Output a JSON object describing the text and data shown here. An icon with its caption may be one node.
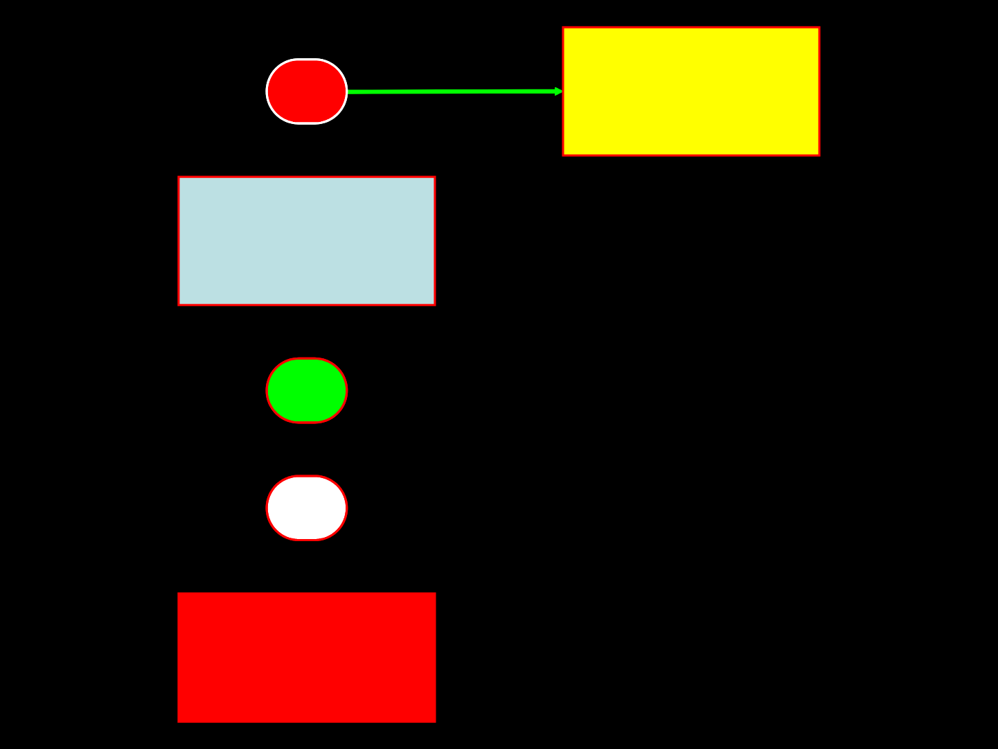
{
  "diagram": {
    "nodes": [
      {
        "text": [],
        "shape": "ellipse"
      },
      {
        "text": [],
        "shape": "box"
      },
      {
        "text": [],
        "shape": "ellipse"
      },
      {
        "text": [],
        "shape": "box"
      },
      {
        "text": [],
        "shape": "ellipse"
      },
      {
        "text": [],
        "shape": "box"
      }
    ],
    "edges": [
      {
        "from": 0,
        "to": 3,
        "arrow": "to",
        "color": "#00ff00"
      }
    ]
  }
}
